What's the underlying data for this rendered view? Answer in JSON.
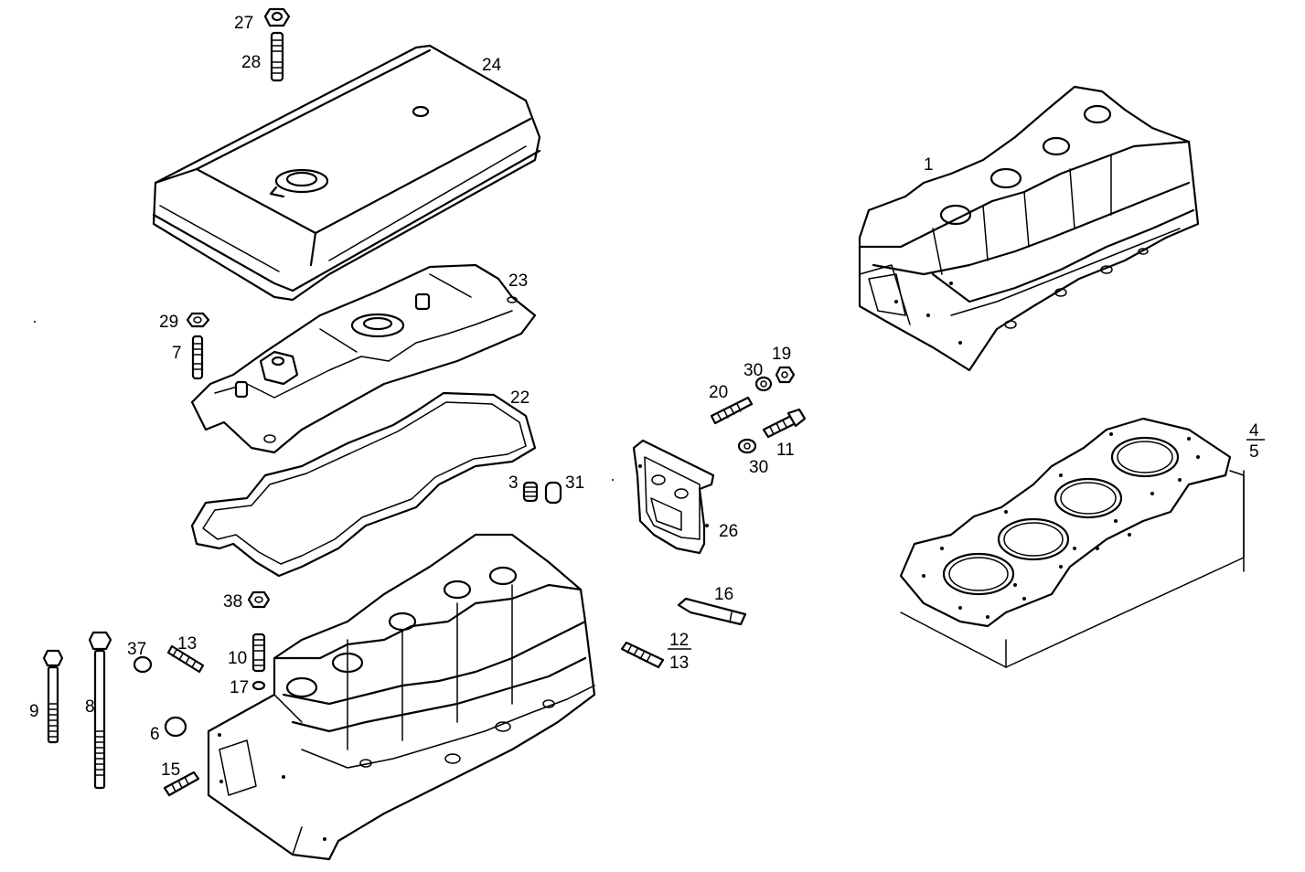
{
  "labels": {
    "p1": "1",
    "p3": "3",
    "p4": "4",
    "p5": "5",
    "p6": "6",
    "p7": "7",
    "p8": "8",
    "p9": "9",
    "p10": "10",
    "p11": "11",
    "p12": "12",
    "p13a": "13",
    "p13b": "13",
    "p15": "15",
    "p16": "16",
    "p17": "17",
    "p19": "19",
    "p20": "20",
    "p22": "22",
    "p23": "23",
    "p24": "24",
    "p26": "26",
    "p27": "27",
    "p28": "28",
    "p29": "29",
    "p30a": "30",
    "p30b": "30",
    "p31": "31",
    "p37": "37",
    "p38": "38"
  }
}
